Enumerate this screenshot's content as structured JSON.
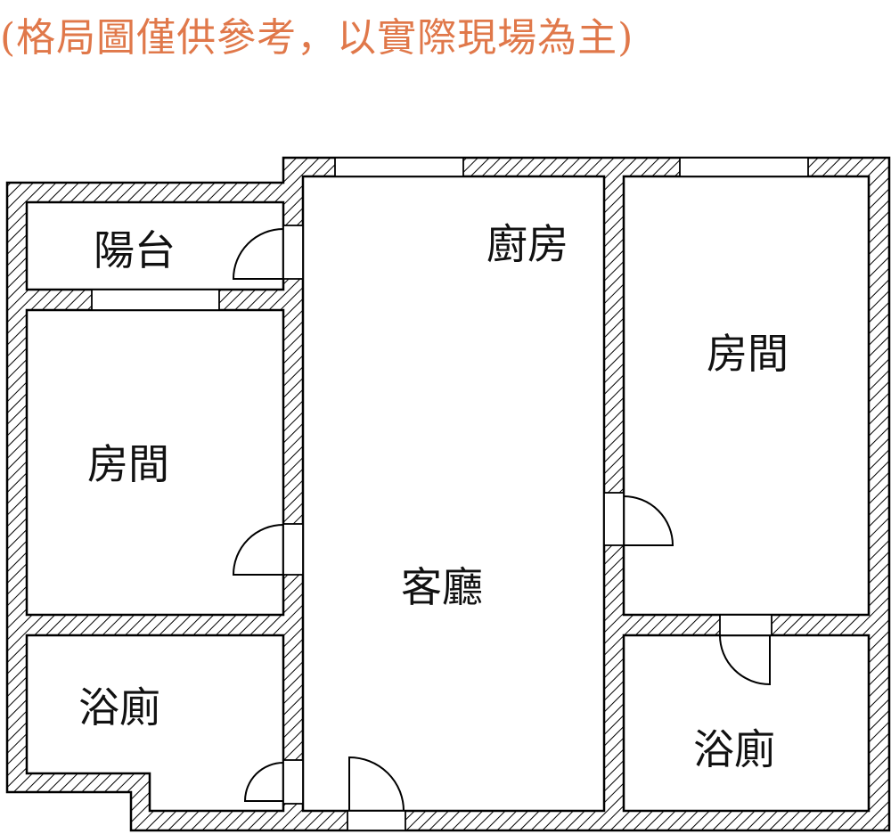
{
  "title": "(格局圖僅供參考，以實際現場為主)",
  "rooms": {
    "balcony": "陽台",
    "kitchen": "廚房",
    "bedroom_left": "房間",
    "bedroom_right": "房間",
    "living_room": "客廳",
    "bathroom_left": "浴廁",
    "bathroom_right": "浴廁"
  },
  "colors": {
    "title": "#e0784a",
    "wall": "#000000"
  }
}
